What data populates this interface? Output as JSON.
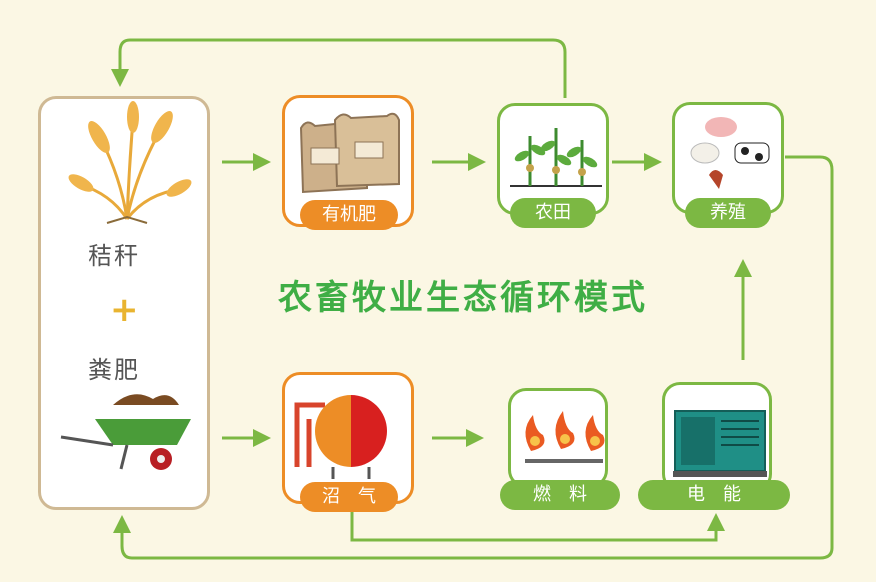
{
  "title": "农畜牧业生态循环模式",
  "source": {
    "line1": "秸秆",
    "plus": "+",
    "line2": "粪肥"
  },
  "nodes": {
    "organic_fertilizer": "有机肥",
    "farmland": "农田",
    "livestock": "养殖",
    "biogas": "沼　气",
    "fuel": "燃　料",
    "electricity": "电　能"
  },
  "colors": {
    "background": "#fbf7e4",
    "arrow_green": "#7cb843",
    "orange": "#ed8d26",
    "green": "#7cb843",
    "title": "#3fae45",
    "frame_tan": "#cfb994"
  }
}
